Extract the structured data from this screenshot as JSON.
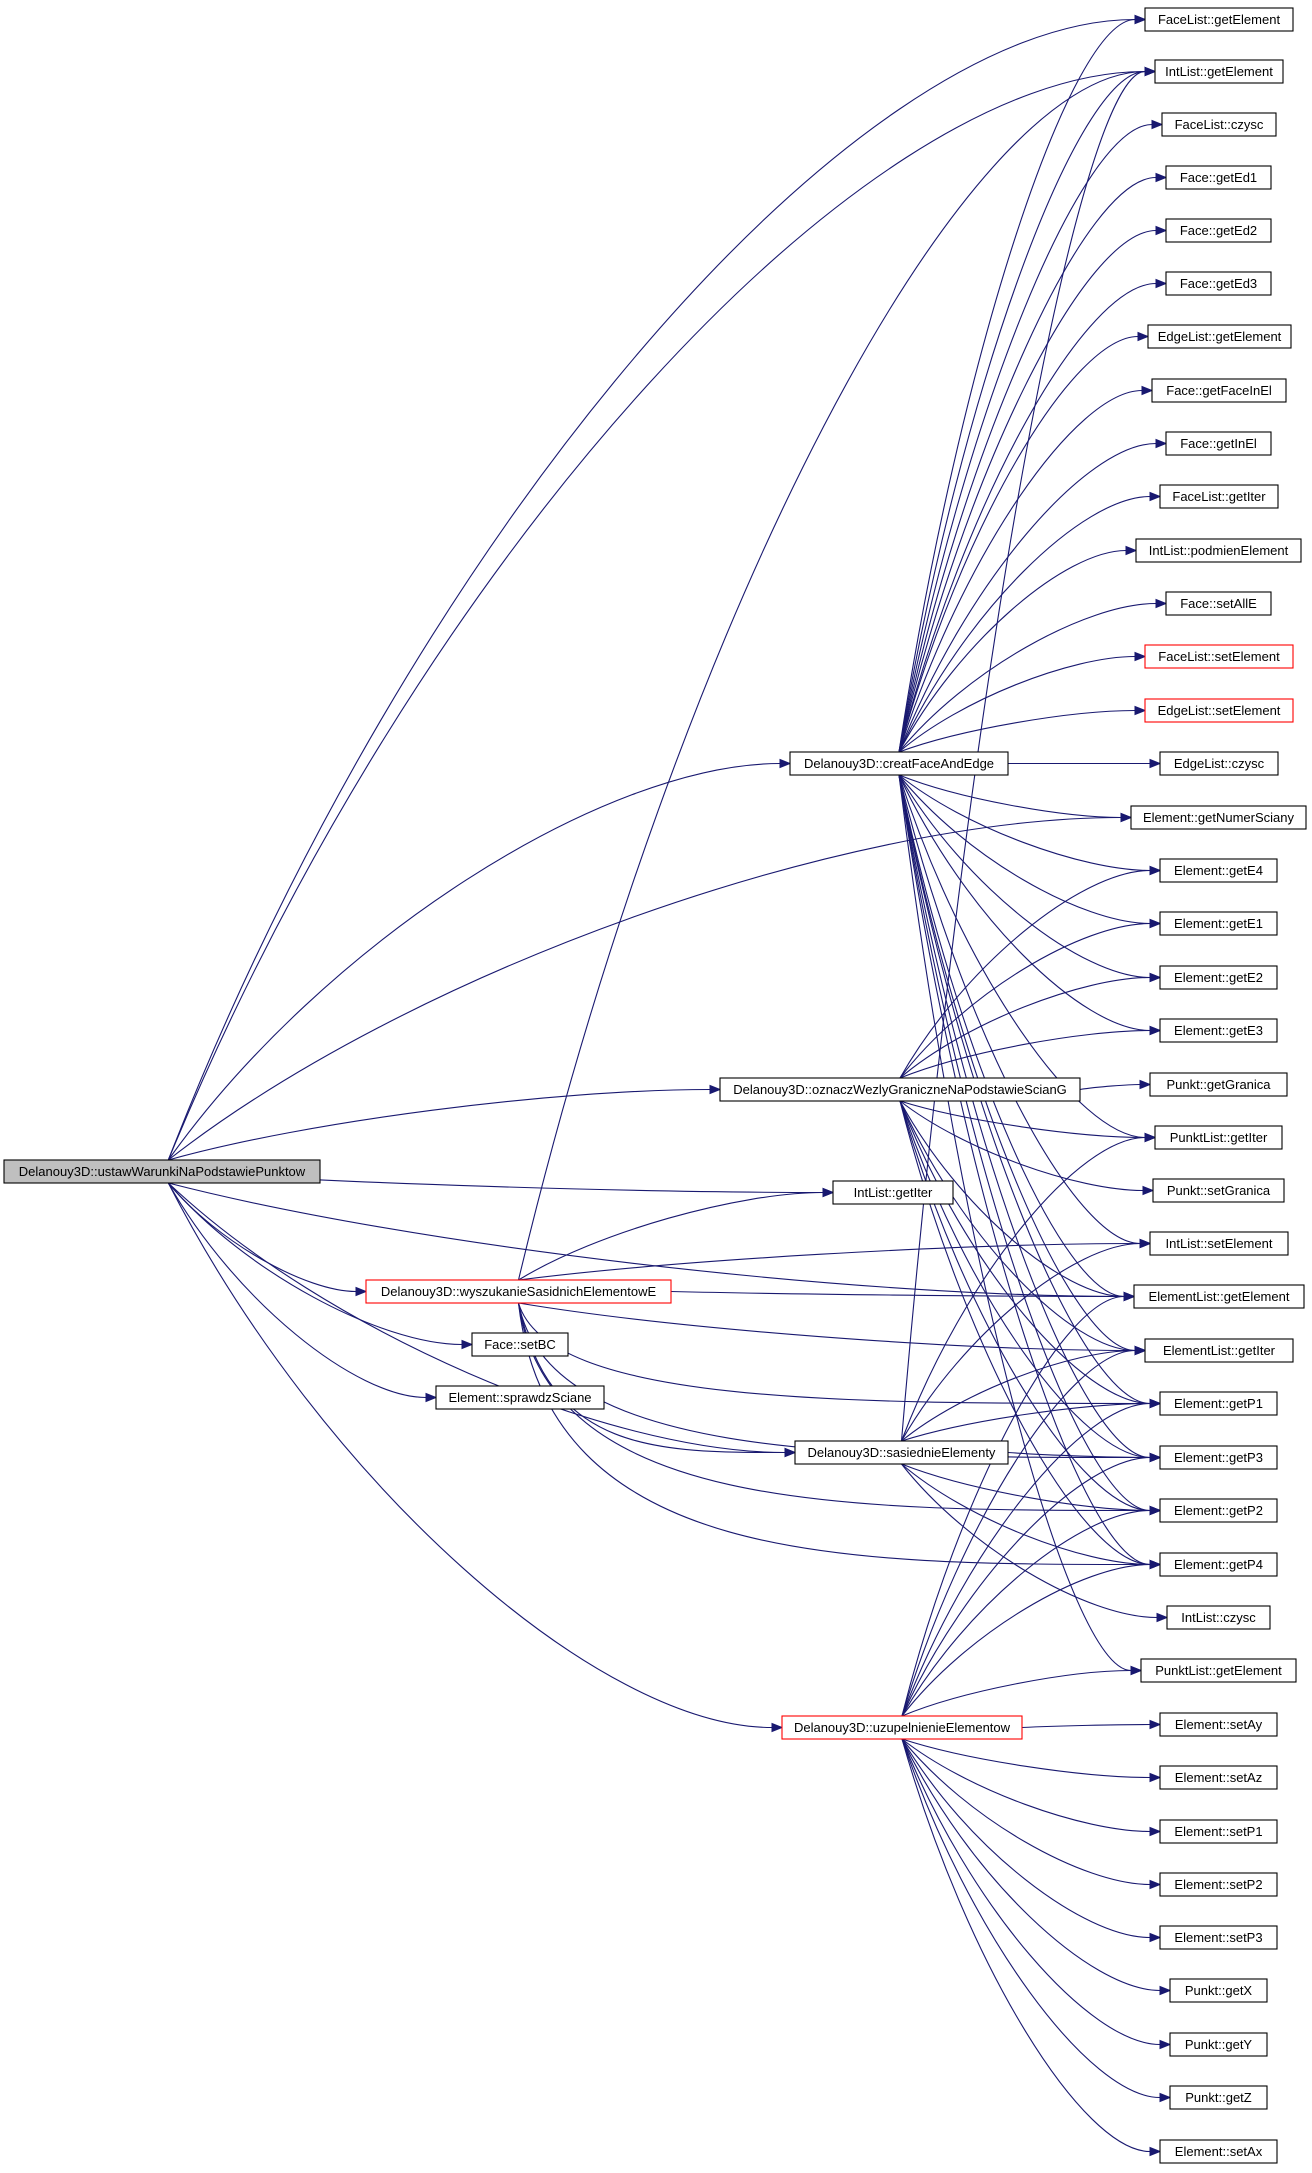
{
  "colors": {
    "edge": "#191970",
    "node_border": "#000000",
    "node_border_truncated": "#ff0000",
    "node_fill": "#ffffff",
    "root_fill": "#bfbfbf",
    "text": "#000000"
  },
  "nodes": {
    "root": {
      "label": "Delanouy3D::ustawWarunkiNaPodstawiePunktow",
      "role": "root"
    },
    "creat": {
      "label": "Delanouy3D::creatFaceAndEdge",
      "role": "normal"
    },
    "oznacz": {
      "label": "Delanouy3D::oznaczWezlyGraniczneNaPodstawieScianG",
      "role": "normal"
    },
    "intlist_getiter": {
      "label": "IntList::getIter",
      "role": "normal"
    },
    "wyszuk": {
      "label": "Delanouy3D::wyszukanieSasidnichElementowE",
      "role": "truncated"
    },
    "face_setbc": {
      "label": "Face::setBC",
      "role": "normal"
    },
    "elem_sprawdz": {
      "label": "Element::sprawdzSciane",
      "role": "normal"
    },
    "sasiednie": {
      "label": "Delanouy3D::sasiednieElementy",
      "role": "normal"
    },
    "uzupel": {
      "label": "Delanouy3D::uzupelnienieElementow",
      "role": "truncated"
    },
    "facelist_getelement": {
      "label": "FaceList::getElement",
      "role": "normal"
    },
    "intlist_getelement": {
      "label": "IntList::getElement",
      "role": "normal"
    },
    "facelist_czysc": {
      "label": "FaceList::czysc",
      "role": "normal"
    },
    "face_geted1": {
      "label": "Face::getEd1",
      "role": "normal"
    },
    "face_geted2": {
      "label": "Face::getEd2",
      "role": "normal"
    },
    "face_geted3": {
      "label": "Face::getEd3",
      "role": "normal"
    },
    "edgelist_getelement": {
      "label": "EdgeList::getElement",
      "role": "normal"
    },
    "face_getfaceinel": {
      "label": "Face::getFaceInEl",
      "role": "normal"
    },
    "face_getinel": {
      "label": "Face::getInEl",
      "role": "normal"
    },
    "facelist_getiter": {
      "label": "FaceList::getIter",
      "role": "normal"
    },
    "intlist_podmien": {
      "label": "IntList::podmienElement",
      "role": "normal"
    },
    "face_setalle": {
      "label": "Face::setAllE",
      "role": "normal"
    },
    "facelist_setelement": {
      "label": "FaceList::setElement",
      "role": "truncated"
    },
    "edgelist_setelement": {
      "label": "EdgeList::setElement",
      "role": "truncated"
    },
    "edgelist_czysc": {
      "label": "EdgeList::czysc",
      "role": "normal"
    },
    "elem_getnumersciany": {
      "label": "Element::getNumerSciany",
      "role": "normal"
    },
    "elem_gete4": {
      "label": "Element::getE4",
      "role": "normal"
    },
    "elem_gete1": {
      "label": "Element::getE1",
      "role": "normal"
    },
    "elem_gete2": {
      "label": "Element::getE2",
      "role": "normal"
    },
    "elem_gete3": {
      "label": "Element::getE3",
      "role": "normal"
    },
    "punkt_getgranica": {
      "label": "Punkt::getGranica",
      "role": "normal"
    },
    "punktlist_getiter": {
      "label": "PunktList::getIter",
      "role": "normal"
    },
    "punkt_setgranica": {
      "label": "Punkt::setGranica",
      "role": "normal"
    },
    "intlist_setelement": {
      "label": "IntList::setElement",
      "role": "normal"
    },
    "elementlist_getelement": {
      "label": "ElementList::getElement",
      "role": "normal"
    },
    "elementlist_getiter": {
      "label": "ElementList::getIter",
      "role": "normal"
    },
    "elem_getp1": {
      "label": "Element::getP1",
      "role": "normal"
    },
    "elem_getp3": {
      "label": "Element::getP3",
      "role": "normal"
    },
    "elem_getp2": {
      "label": "Element::getP2",
      "role": "normal"
    },
    "elem_getp4": {
      "label": "Element::getP4",
      "role": "normal"
    },
    "intlist_czysc": {
      "label": "IntList::czysc",
      "role": "normal"
    },
    "punktlist_getelement": {
      "label": "PunktList::getElement",
      "role": "normal"
    },
    "elem_setay": {
      "label": "Element::setAy",
      "role": "normal"
    },
    "elem_setaz": {
      "label": "Element::setAz",
      "role": "normal"
    },
    "elem_setp1": {
      "label": "Element::setP1",
      "role": "normal"
    },
    "elem_setp2": {
      "label": "Element::setP2",
      "role": "normal"
    },
    "elem_setp3": {
      "label": "Element::setP3",
      "role": "normal"
    },
    "punkt_getx": {
      "label": "Punkt::getX",
      "role": "normal"
    },
    "punkt_gety": {
      "label": "Punkt::getY",
      "role": "normal"
    },
    "punkt_getz": {
      "label": "Punkt::getZ",
      "role": "normal"
    },
    "elem_setax": {
      "label": "Element::setAx",
      "role": "normal"
    }
  },
  "edges": [
    [
      "root",
      "facelist_getelement"
    ],
    [
      "root",
      "intlist_getelement"
    ],
    [
      "root",
      "creat"
    ],
    [
      "root",
      "elem_getnumersciany"
    ],
    [
      "root",
      "oznacz"
    ],
    [
      "root",
      "elementlist_getelement"
    ],
    [
      "root",
      "intlist_getiter"
    ],
    [
      "root",
      "wyszuk"
    ],
    [
      "root",
      "face_setbc"
    ],
    [
      "root",
      "elem_sprawdz"
    ],
    [
      "root",
      "sasiednie"
    ],
    [
      "root",
      "uzupel"
    ],
    [
      "creat",
      "facelist_getelement"
    ],
    [
      "creat",
      "intlist_getelement"
    ],
    [
      "creat",
      "facelist_czysc"
    ],
    [
      "creat",
      "face_geted1"
    ],
    [
      "creat",
      "face_geted2"
    ],
    [
      "creat",
      "face_geted3"
    ],
    [
      "creat",
      "edgelist_getelement"
    ],
    [
      "creat",
      "face_getfaceinel"
    ],
    [
      "creat",
      "face_getinel"
    ],
    [
      "creat",
      "facelist_getiter"
    ],
    [
      "creat",
      "intlist_podmien"
    ],
    [
      "creat",
      "face_setalle"
    ],
    [
      "creat",
      "facelist_setelement"
    ],
    [
      "creat",
      "edgelist_setelement"
    ],
    [
      "creat",
      "edgelist_czysc"
    ],
    [
      "creat",
      "elem_getnumersciany"
    ],
    [
      "creat",
      "elem_gete4"
    ],
    [
      "creat",
      "elem_gete1"
    ],
    [
      "creat",
      "elem_gete2"
    ],
    [
      "creat",
      "elem_gete3"
    ],
    [
      "creat",
      "punktlist_getiter"
    ],
    [
      "creat",
      "intlist_setelement"
    ],
    [
      "creat",
      "elementlist_getelement"
    ],
    [
      "creat",
      "elementlist_getiter"
    ],
    [
      "creat",
      "elem_getp1"
    ],
    [
      "creat",
      "elem_getp3"
    ],
    [
      "creat",
      "elem_getp2"
    ],
    [
      "creat",
      "elem_getp4"
    ],
    [
      "creat",
      "punktlist_getelement"
    ],
    [
      "oznacz",
      "elem_gete4"
    ],
    [
      "oznacz",
      "elem_gete1"
    ],
    [
      "oznacz",
      "elem_gete2"
    ],
    [
      "oznacz",
      "elem_gete3"
    ],
    [
      "oznacz",
      "punkt_getgranica"
    ],
    [
      "oznacz",
      "punktlist_getiter"
    ],
    [
      "oznacz",
      "punkt_setgranica"
    ],
    [
      "oznacz",
      "elementlist_getelement"
    ],
    [
      "oznacz",
      "elementlist_getiter"
    ],
    [
      "oznacz",
      "elem_getp1"
    ],
    [
      "oznacz",
      "elem_getp3"
    ],
    [
      "oznacz",
      "elem_getp2"
    ],
    [
      "oznacz",
      "elem_getp4"
    ],
    [
      "wyszuk",
      "intlist_getelement"
    ],
    [
      "wyszuk",
      "intlist_getiter"
    ],
    [
      "wyszuk",
      "intlist_setelement"
    ],
    [
      "wyszuk",
      "elementlist_getelement"
    ],
    [
      "wyszuk",
      "elementlist_getiter"
    ],
    [
      "wyszuk",
      "sasiednie"
    ],
    [
      "wyszuk",
      "elem_getp1"
    ],
    [
      "wyszuk",
      "elem_getp3"
    ],
    [
      "wyszuk",
      "elem_getp2"
    ],
    [
      "wyszuk",
      "elem_getp4"
    ],
    [
      "sasiednie",
      "intlist_getelement"
    ],
    [
      "sasiednie",
      "punktlist_getiter"
    ],
    [
      "sasiednie",
      "intlist_setelement"
    ],
    [
      "sasiednie",
      "elementlist_getiter"
    ],
    [
      "sasiednie",
      "elem_getp1"
    ],
    [
      "sasiednie",
      "elem_getp3"
    ],
    [
      "sasiednie",
      "elem_getp2"
    ],
    [
      "sasiednie",
      "elem_getp4"
    ],
    [
      "sasiednie",
      "intlist_czysc"
    ],
    [
      "uzupel",
      "elementlist_getelement"
    ],
    [
      "uzupel",
      "elementlist_getiter"
    ],
    [
      "uzupel",
      "elem_getp1"
    ],
    [
      "uzupel",
      "elem_getp3"
    ],
    [
      "uzupel",
      "elem_getp2"
    ],
    [
      "uzupel",
      "elem_getp4"
    ],
    [
      "uzupel",
      "punktlist_getelement"
    ],
    [
      "uzupel",
      "elem_setay"
    ],
    [
      "uzupel",
      "elem_setaz"
    ],
    [
      "uzupel",
      "elem_setp1"
    ],
    [
      "uzupel",
      "elem_setp2"
    ],
    [
      "uzupel",
      "elem_setp3"
    ],
    [
      "uzupel",
      "punkt_getx"
    ],
    [
      "uzupel",
      "punkt_gety"
    ],
    [
      "uzupel",
      "punkt_getz"
    ],
    [
      "uzupel",
      "elem_setax"
    ]
  ]
}
